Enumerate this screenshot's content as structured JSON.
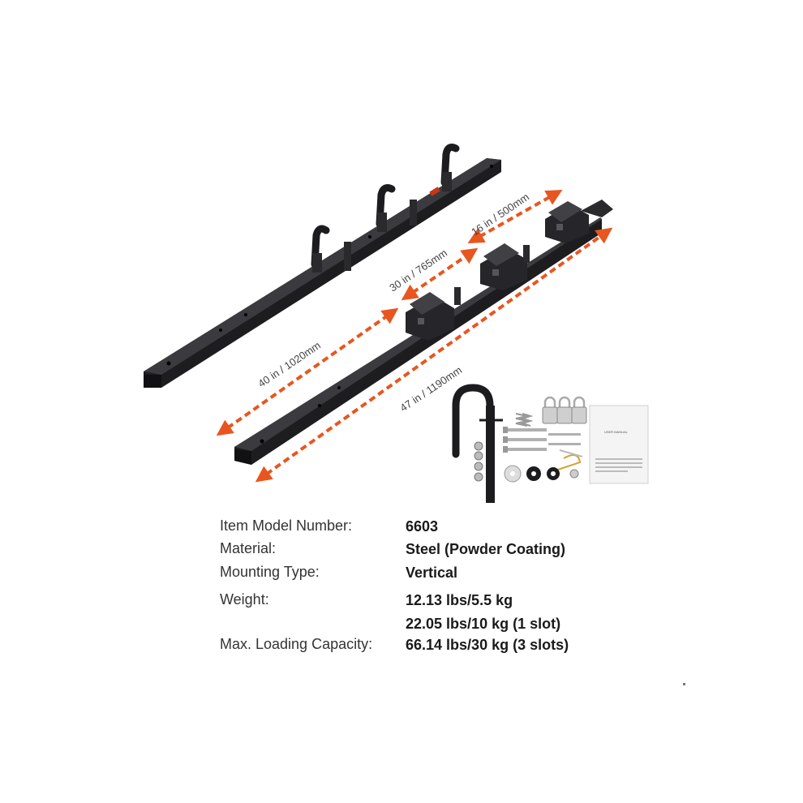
{
  "illustration": {
    "accent_color": "#e8561f",
    "rack_color": "#1c1c1e",
    "dimensions": {
      "overall_front": "47 in / 1190mm",
      "rear_rack": "40 in / 1020mm",
      "span_first_to_last": "30 in / 765mm",
      "span_last_two": "16 in / 500mm"
    },
    "manual_title": "USER MANUAL",
    "icons": [
      "j-hook",
      "padlock",
      "bolt",
      "washer",
      "nut",
      "spring",
      "lynch-pin",
      "manual"
    ]
  },
  "specs": [
    {
      "label": "Item Model Number:",
      "values": [
        "6603"
      ]
    },
    {
      "label": "Material:",
      "values": [
        "Steel (Powder Coating)"
      ]
    },
    {
      "label": "Mounting Type:",
      "values": [
        "Vertical"
      ]
    },
    {
      "label": "Weight:",
      "values": [
        "12.13 lbs/5.5 kg"
      ]
    },
    {
      "label": "Max. Loading Capacity:",
      "values": [
        "22.05 lbs/10 kg (1 slot)",
        "66.14 lbs/30 kg (3 slots)"
      ]
    }
  ]
}
